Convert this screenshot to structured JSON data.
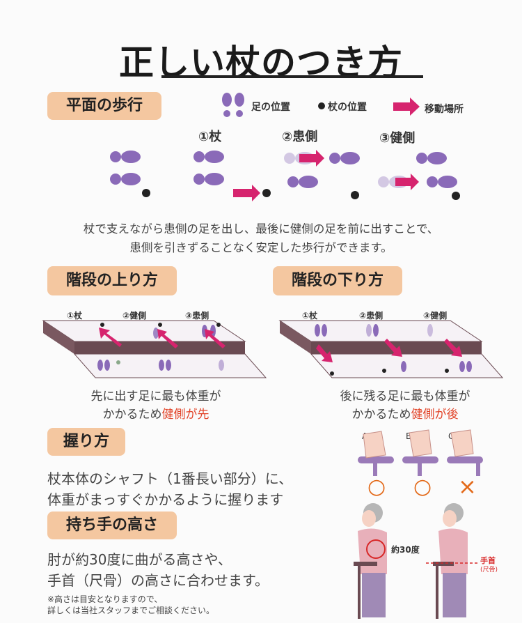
{
  "title": "正しい杖のつき方",
  "sections": {
    "flat": {
      "heading": "平面の歩行"
    },
    "stairs_up": {
      "heading": "階段の上り方"
    },
    "stairs_down": {
      "heading": "階段の下り方"
    },
    "grip": {
      "heading": "握り方"
    },
    "height": {
      "heading": "持ち手の高さ"
    }
  },
  "legend": {
    "foot": "足の位置",
    "cane": "杖の位置",
    "move": "移動場所"
  },
  "flat_steps": [
    "①杖",
    "②患側",
    "③健側"
  ],
  "flat_text": [
    "杖で支えながら患側の足を出し、最後に健側の足を前に出すことで、",
    "患側を引きずることなく安定した歩行ができます。"
  ],
  "up_steps": [
    "①杖",
    "②健側",
    "③患側"
  ],
  "down_steps": [
    "①杖",
    "②患側",
    "③健側"
  ],
  "up_text": {
    "line1": "先に出す足に最も体重が",
    "line2_prefix": "かかるため",
    "line2_red": "健側が先"
  },
  "down_text": {
    "line1": "後に残る足に最も体重が",
    "line2_prefix": "かかるため",
    "line2_red": "健側が後"
  },
  "grip_text": [
    "杖本体のシャフト（1番長い部分）に、",
    "体重がまっすぐかかるように握ります"
  ],
  "height_text": [
    "肘が約30度に曲がる高さや、",
    "手首（尺骨）の高さに合わせます。"
  ],
  "note": [
    "※高さは目安となりますので、",
    "詳しくは当社スタッフまでご相談ください。"
  ],
  "grip_labels": [
    "A",
    "B",
    "C"
  ],
  "grip_marks": [
    "○",
    "○",
    "×"
  ],
  "elbow_label": "約30度",
  "wrist_label": "手首",
  "wrist_sub": "(尺骨)",
  "colors": {
    "tag_bg": "#f4c7a0",
    "foot": "#8a6ab8",
    "arrow": "#d6246e",
    "red_text": "#e2452a",
    "mark": "#e36a1a",
    "step": "#6a4a52"
  }
}
